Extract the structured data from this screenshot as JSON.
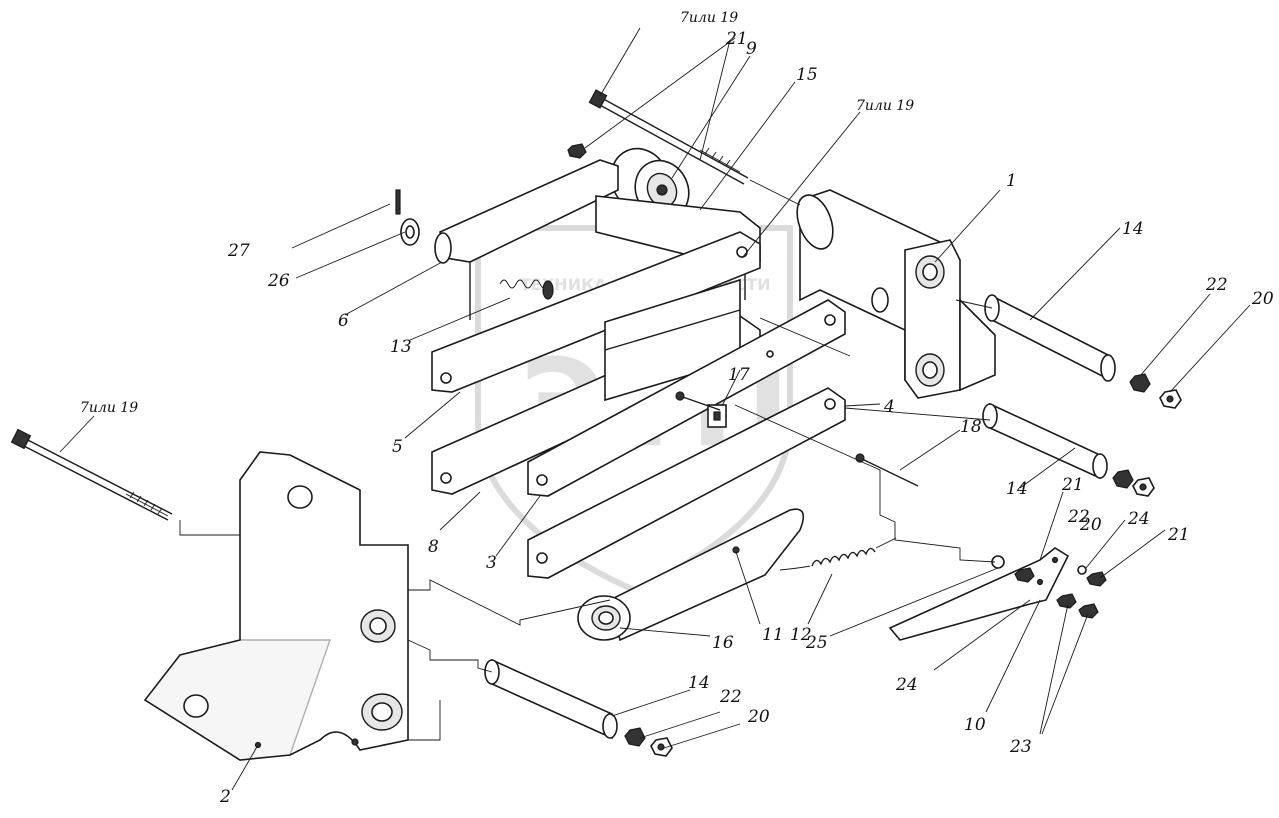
{
  "watermark": {
    "brand": "ЭТП",
    "left_text": "ТЕХНИКА",
    "right_text": "ЗАПЧАСТИ"
  },
  "labels": {
    "p1": "1",
    "p2": "2",
    "p3": "3",
    "p4": "4",
    "p5": "5",
    "p6": "6",
    "p8": "8",
    "p9": "9",
    "p10": "10",
    "p11": "11",
    "p12": "12",
    "p13": "13",
    "p14a": "14",
    "p14b": "14",
    "p14c": "14",
    "p15": "15",
    "p16": "16",
    "p17": "17",
    "p18": "18",
    "p20a": "20",
    "p20b": "20",
    "p20c": "20",
    "p21a": "21",
    "p21b": "21",
    "p21c": "21",
    "p22a": "22",
    "p22b": "22",
    "p22c": "22",
    "p23": "23",
    "p24a": "24",
    "p24b": "24",
    "p25": "25",
    "p26": "26",
    "p27": "27",
    "alt_top": "7или 19",
    "alt_mid": "7или 19",
    "alt_left": "7или 19"
  }
}
